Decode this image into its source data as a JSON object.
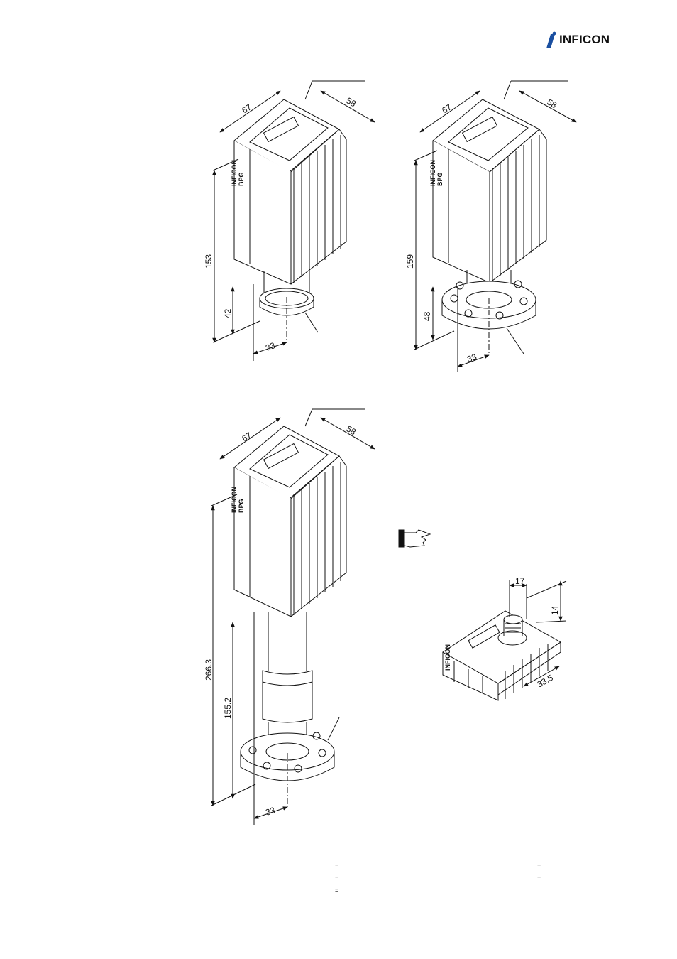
{
  "header": {
    "brand": "INFICON"
  },
  "gauge_1": {
    "width": "67",
    "depth": "58",
    "height": "153",
    "flange_height": "42",
    "flange_offset": "33"
  },
  "gauge_2": {
    "width": "67",
    "depth": "58",
    "height": "159",
    "flange_height": "48",
    "flange_offset": "33"
  },
  "gauge_3": {
    "width": "67",
    "depth": "58",
    "height": "266.3",
    "flange_height": "155.2",
    "flange_offset": "33"
  },
  "connector_detail": {
    "dim_a": "17",
    "dim_b": "14",
    "dim_c": "33.5"
  },
  "device_label": {
    "brand": "INFICON",
    "model": "BPG"
  },
  "legend": {
    "eq_1": "=",
    "eq_2": "=",
    "eq_3": "=",
    "eq_4": "=",
    "eq_5": "="
  },
  "colors": {
    "line": "#111111",
    "background": "#ffffff"
  }
}
